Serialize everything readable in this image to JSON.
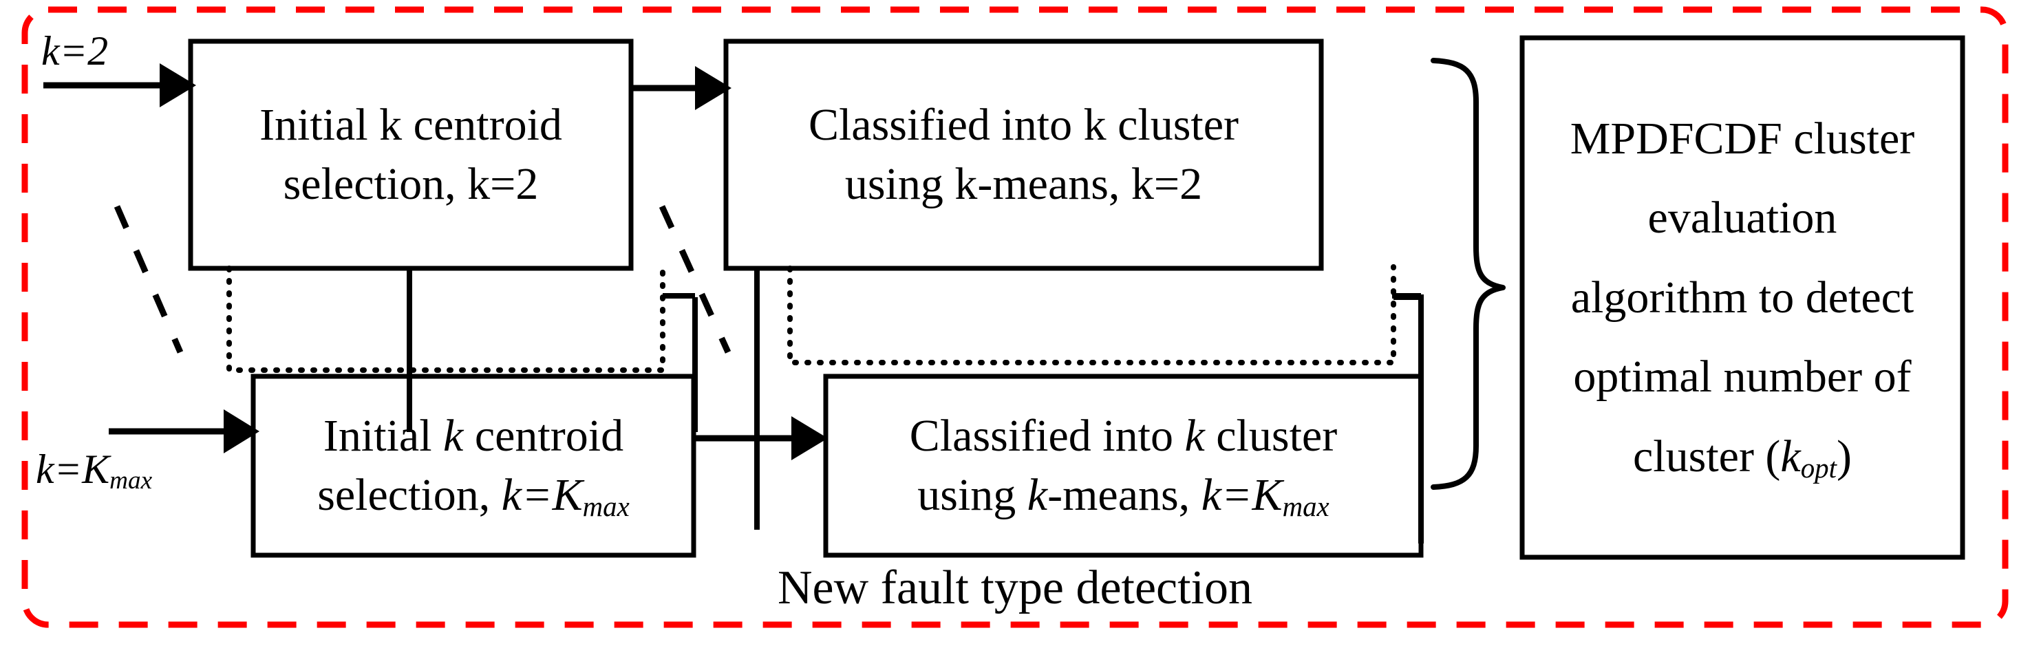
{
  "figure": {
    "title_caption": "New fault type detection",
    "container_border_color": "#FF0000",
    "line_color": "#000000",
    "background": "#FFFFFF"
  },
  "inputs": [
    {
      "name": "input-label-k2",
      "text": "k=2"
    },
    {
      "name": "input-label-kmax",
      "text": "k=Kmax",
      "base": "k=K",
      "subscript": "max"
    }
  ],
  "boxes": [
    {
      "id": "box-initial-centroid-k2",
      "line1": "Initial k centroid",
      "line2": "selection, k=2",
      "full_text": "Initial k centroid selection, k=2"
    },
    {
      "id": "box-classified-k2",
      "line1": "Classified into k cluster",
      "line2": "using k-means, k=2",
      "full_text": "Classified into k cluster using k-means, k=2"
    },
    {
      "id": "box-initial-centroid-kmax",
      "line1_a": "Initial ",
      "line1_k": "k",
      "line1_b": " centroid",
      "line2_a": "selection, ",
      "line2_k": "k",
      "line2_eq": "=",
      "line2_K": "K",
      "line2_sub": "max",
      "full_text": "Initial k centroid selection, k=Kmax"
    },
    {
      "id": "box-classified-kmax",
      "line1_a": "Classified into ",
      "line1_k": "k",
      "line1_b": " cluster",
      "line2_a": "using ",
      "line2_k": "k",
      "line2_b": "-means, ",
      "line2_k2": "k",
      "line2_eq": "=",
      "line2_K": "K",
      "line2_sub": "max",
      "full_text": "Classified into k cluster using k-means, k=Kmax"
    },
    {
      "id": "box-mpdfcdf-evaluation",
      "line1": "MPDFCDF cluster",
      "line2": "evaluation",
      "line3": "algorithm to detect",
      "line4": "optimal number of",
      "line5_a": "cluster (",
      "line5_k": "k",
      "line5_sub": "opt",
      "line5_b": ")",
      "full_text": "MPDFCDF cluster evaluation algorithm to detect optimal number of cluster (kopt)"
    }
  ],
  "connectors": {
    "solid_arrows": [
      "k=2 input into Initial k centroid selection, k=2",
      "k=Kmax input into Initial k centroid selection, k=Kmax",
      "Initial k centroid selection k=2 to Classified into k cluster using k-means k=2",
      "Initial k centroid selection k=Kmax to Classified into k cluster using k-means k=Kmax"
    ],
    "dotted_links": [
      "Initial centroid k=2 box bottom down to Initial centroid k=Kmax box top",
      "Classified k=2 box bottom down to Classified k=Kmax box top"
    ],
    "dashed_ellipsis": [
      "vertical ellipsis between Initial k=2 and Initial k=Kmax rows",
      "vertical ellipsis between Classified k=2 and Classified k=Kmax rows"
    ],
    "brace": "right curly brace grouping both Classified boxes into MPDFCDF box"
  }
}
